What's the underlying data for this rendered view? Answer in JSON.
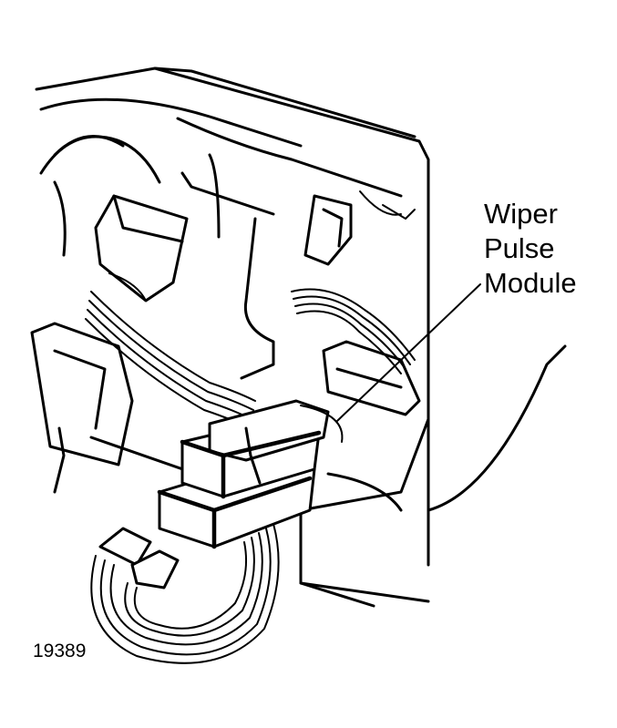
{
  "callout": {
    "line1": "Wiper",
    "line2": "Pulse",
    "line3": "Module"
  },
  "figure_number": "19389",
  "colors": {
    "ink": "#000000",
    "paper": "#ffffff"
  }
}
